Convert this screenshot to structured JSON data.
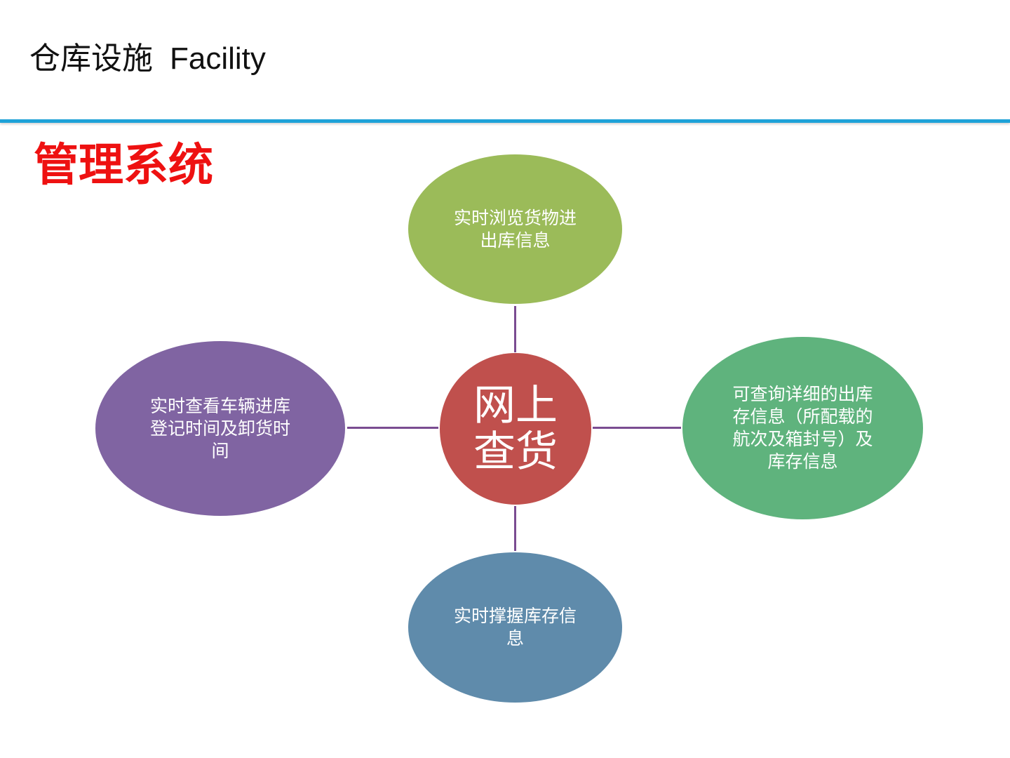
{
  "header": {
    "title_zh": "仓库设施",
    "title_en": "Facility"
  },
  "section": {
    "title": "管理系统"
  },
  "diagram": {
    "center": {
      "label": "网上\n查货",
      "color": "#c0504d"
    },
    "nodes": [
      {
        "position": "top",
        "label": "实时浏览货物进\n出库信息",
        "color": "#9bbb59"
      },
      {
        "position": "right",
        "label": "可查询详细的出库\n存信息（所配载的\n航次及箱封号）及\n库存信息",
        "color": "#5fb37d"
      },
      {
        "position": "bottom",
        "label": "实时撑握库存信\n息",
        "color": "#5f8bab"
      },
      {
        "position": "left",
        "label": "实时查看车辆进库\n登记时间及卸货时\n间",
        "color": "#8064a2"
      }
    ],
    "connector_color": "#7a4c91",
    "divider_color": "#1ea2d8",
    "title_color": "#ee1111"
  }
}
